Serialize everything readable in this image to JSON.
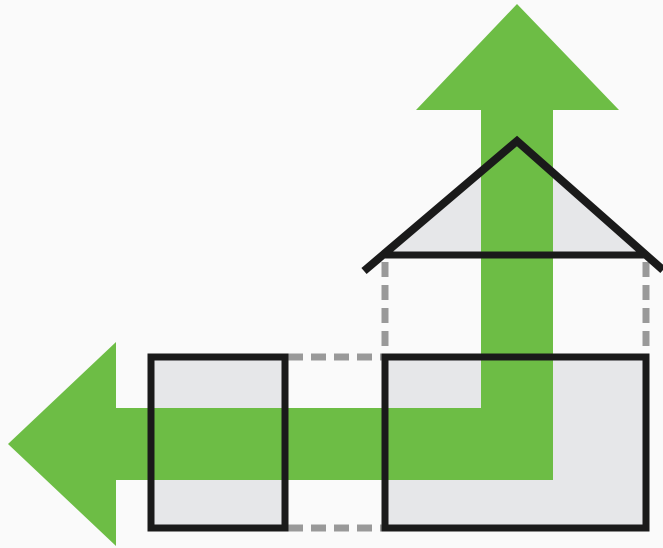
{
  "diagram": {
    "description_free": true,
    "colors": {
      "background": "#fafafa",
      "arrow": "#6dbd45",
      "block_fill": "#e6e7e9",
      "outline": "#1a1a1a",
      "dashed_guide": "#999999"
    },
    "shapes": [
      "left-arrow",
      "up-arrow",
      "left-block",
      "right-block",
      "roof-triangle",
      "dashed-connector-top",
      "dashed-connector-bottom",
      "dashed-wall-left",
      "dashed-wall-right"
    ]
  }
}
